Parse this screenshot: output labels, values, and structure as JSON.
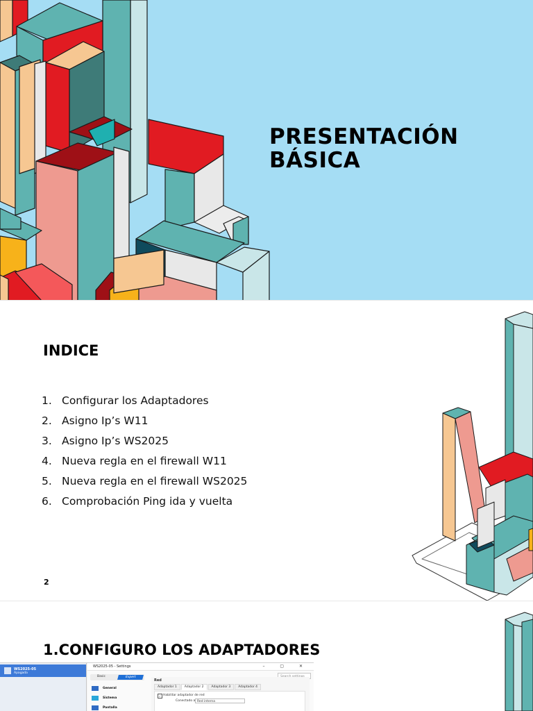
{
  "slide1": {
    "title": "PRESENTACIÓN\nBÁSICA"
  },
  "slide2": {
    "title": "INDICE",
    "items": [
      {
        "num": "1.",
        "text": "Configurar los Adaptadores"
      },
      {
        "num": "2.",
        "text": "Asigno Ip’s W11"
      },
      {
        "num": "3.",
        "text": "Asigno Ip’s WS2025"
      },
      {
        "num": "4.",
        "text": "Nueva regla en el firewall W11"
      },
      {
        "num": "5.",
        "text": "Nueva regla en el firewall WS2025"
      },
      {
        "num": "6.",
        "text": "Comprobación Ping ida y vuelta"
      }
    ],
    "page_number": "2"
  },
  "slide3": {
    "title": "1.CONFIGURO LOS ADAPTADORES",
    "screenshot": {
      "vm_name": "WS2025-05",
      "vm_state": "Apagada",
      "window_title": "WS2025-05 - Settings",
      "window_controls": "– ▢ ✕",
      "mode_basic": "Basic",
      "mode_expert": "Expert",
      "search_placeholder": "Search settings",
      "nav_items": [
        "General",
        "Sistema",
        "Pantalla"
      ],
      "panel_title": "Red",
      "tabs": [
        "Adaptador 1",
        "Adaptador 2",
        "Adaptador 3",
        "Adaptador 4"
      ],
      "enable_label": "Habilitar adaptador de red",
      "connected_label": "Conectado a:",
      "connected_value": "Red interna"
    }
  },
  "colors": {
    "sky": "#a5ddf4",
    "teal": "#5fb3b0",
    "red": "#e11b22",
    "peach": "#f6c792",
    "salmon": "#ee9a90",
    "yellow": "#f7b21a",
    "darkred": "#9e1016"
  }
}
